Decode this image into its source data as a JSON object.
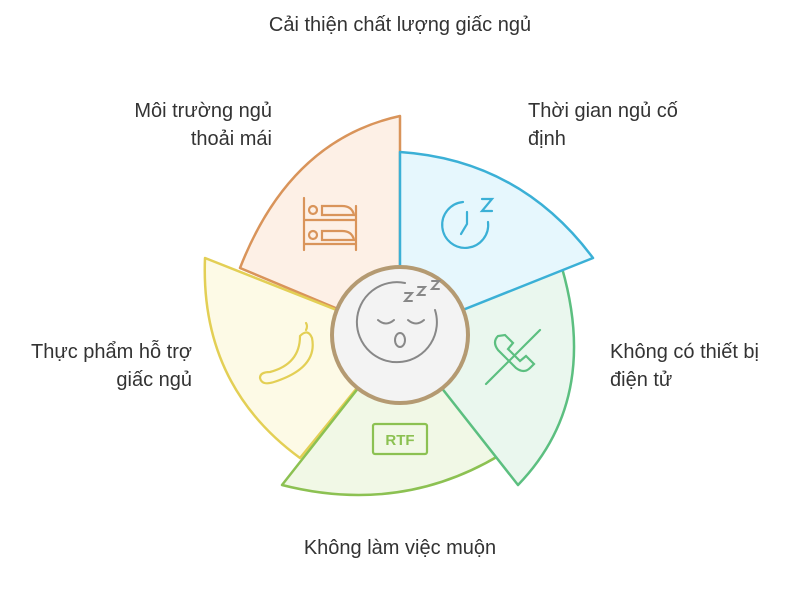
{
  "title": "Cải thiện chất lượng giấc ngủ",
  "segments": [
    {
      "label": "Thời gian ngủ cố định",
      "icon": "clock-sleep-icon",
      "stroke": "#3bb0d6",
      "fill": "#e6f7fd"
    },
    {
      "label": "Không có thiết bị điện tử",
      "icon": "no-phone-icon",
      "stroke": "#5cbf80",
      "fill": "#eaf7ee"
    },
    {
      "label": "Không làm việc muộn",
      "icon": "rtf-document-icon",
      "icon_text": "RTF",
      "stroke": "#8cc152",
      "fill": "#f1f8e6"
    },
    {
      "label": "Thực phẩm hỗ trợ giấc ngủ",
      "icon": "banana-icon",
      "stroke": "#e3cf55",
      "fill": "#fdfae6"
    },
    {
      "label": "Môi trường ngủ thoải mái",
      "icon": "bunk-bed-icon",
      "stroke": "#d9945a",
      "fill": "#fdf0e6"
    }
  ],
  "center": {
    "icon": "sleeping-face-icon",
    "stroke": "#b49a72",
    "fill": "#f3f3f3"
  }
}
